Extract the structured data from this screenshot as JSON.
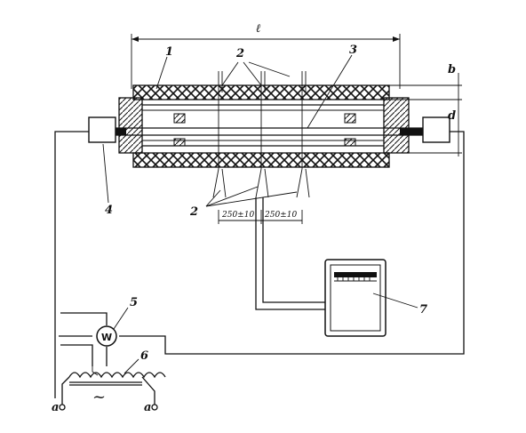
{
  "labels": {
    "l": "ℓ",
    "b": "b",
    "d": "d",
    "n1": "1",
    "n2_top": "2",
    "n3": "3",
    "n4": "4",
    "n2_bottom": "2",
    "n5": "5",
    "n6": "6",
    "n7": "7",
    "dim_left": "250±10",
    "dim_right": "250±10",
    "wattmeter": "W",
    "ac": "~",
    "term_left": "a",
    "term_right": "a"
  },
  "colors": {
    "ink": "#111111",
    "paper": "#ffffff"
  }
}
